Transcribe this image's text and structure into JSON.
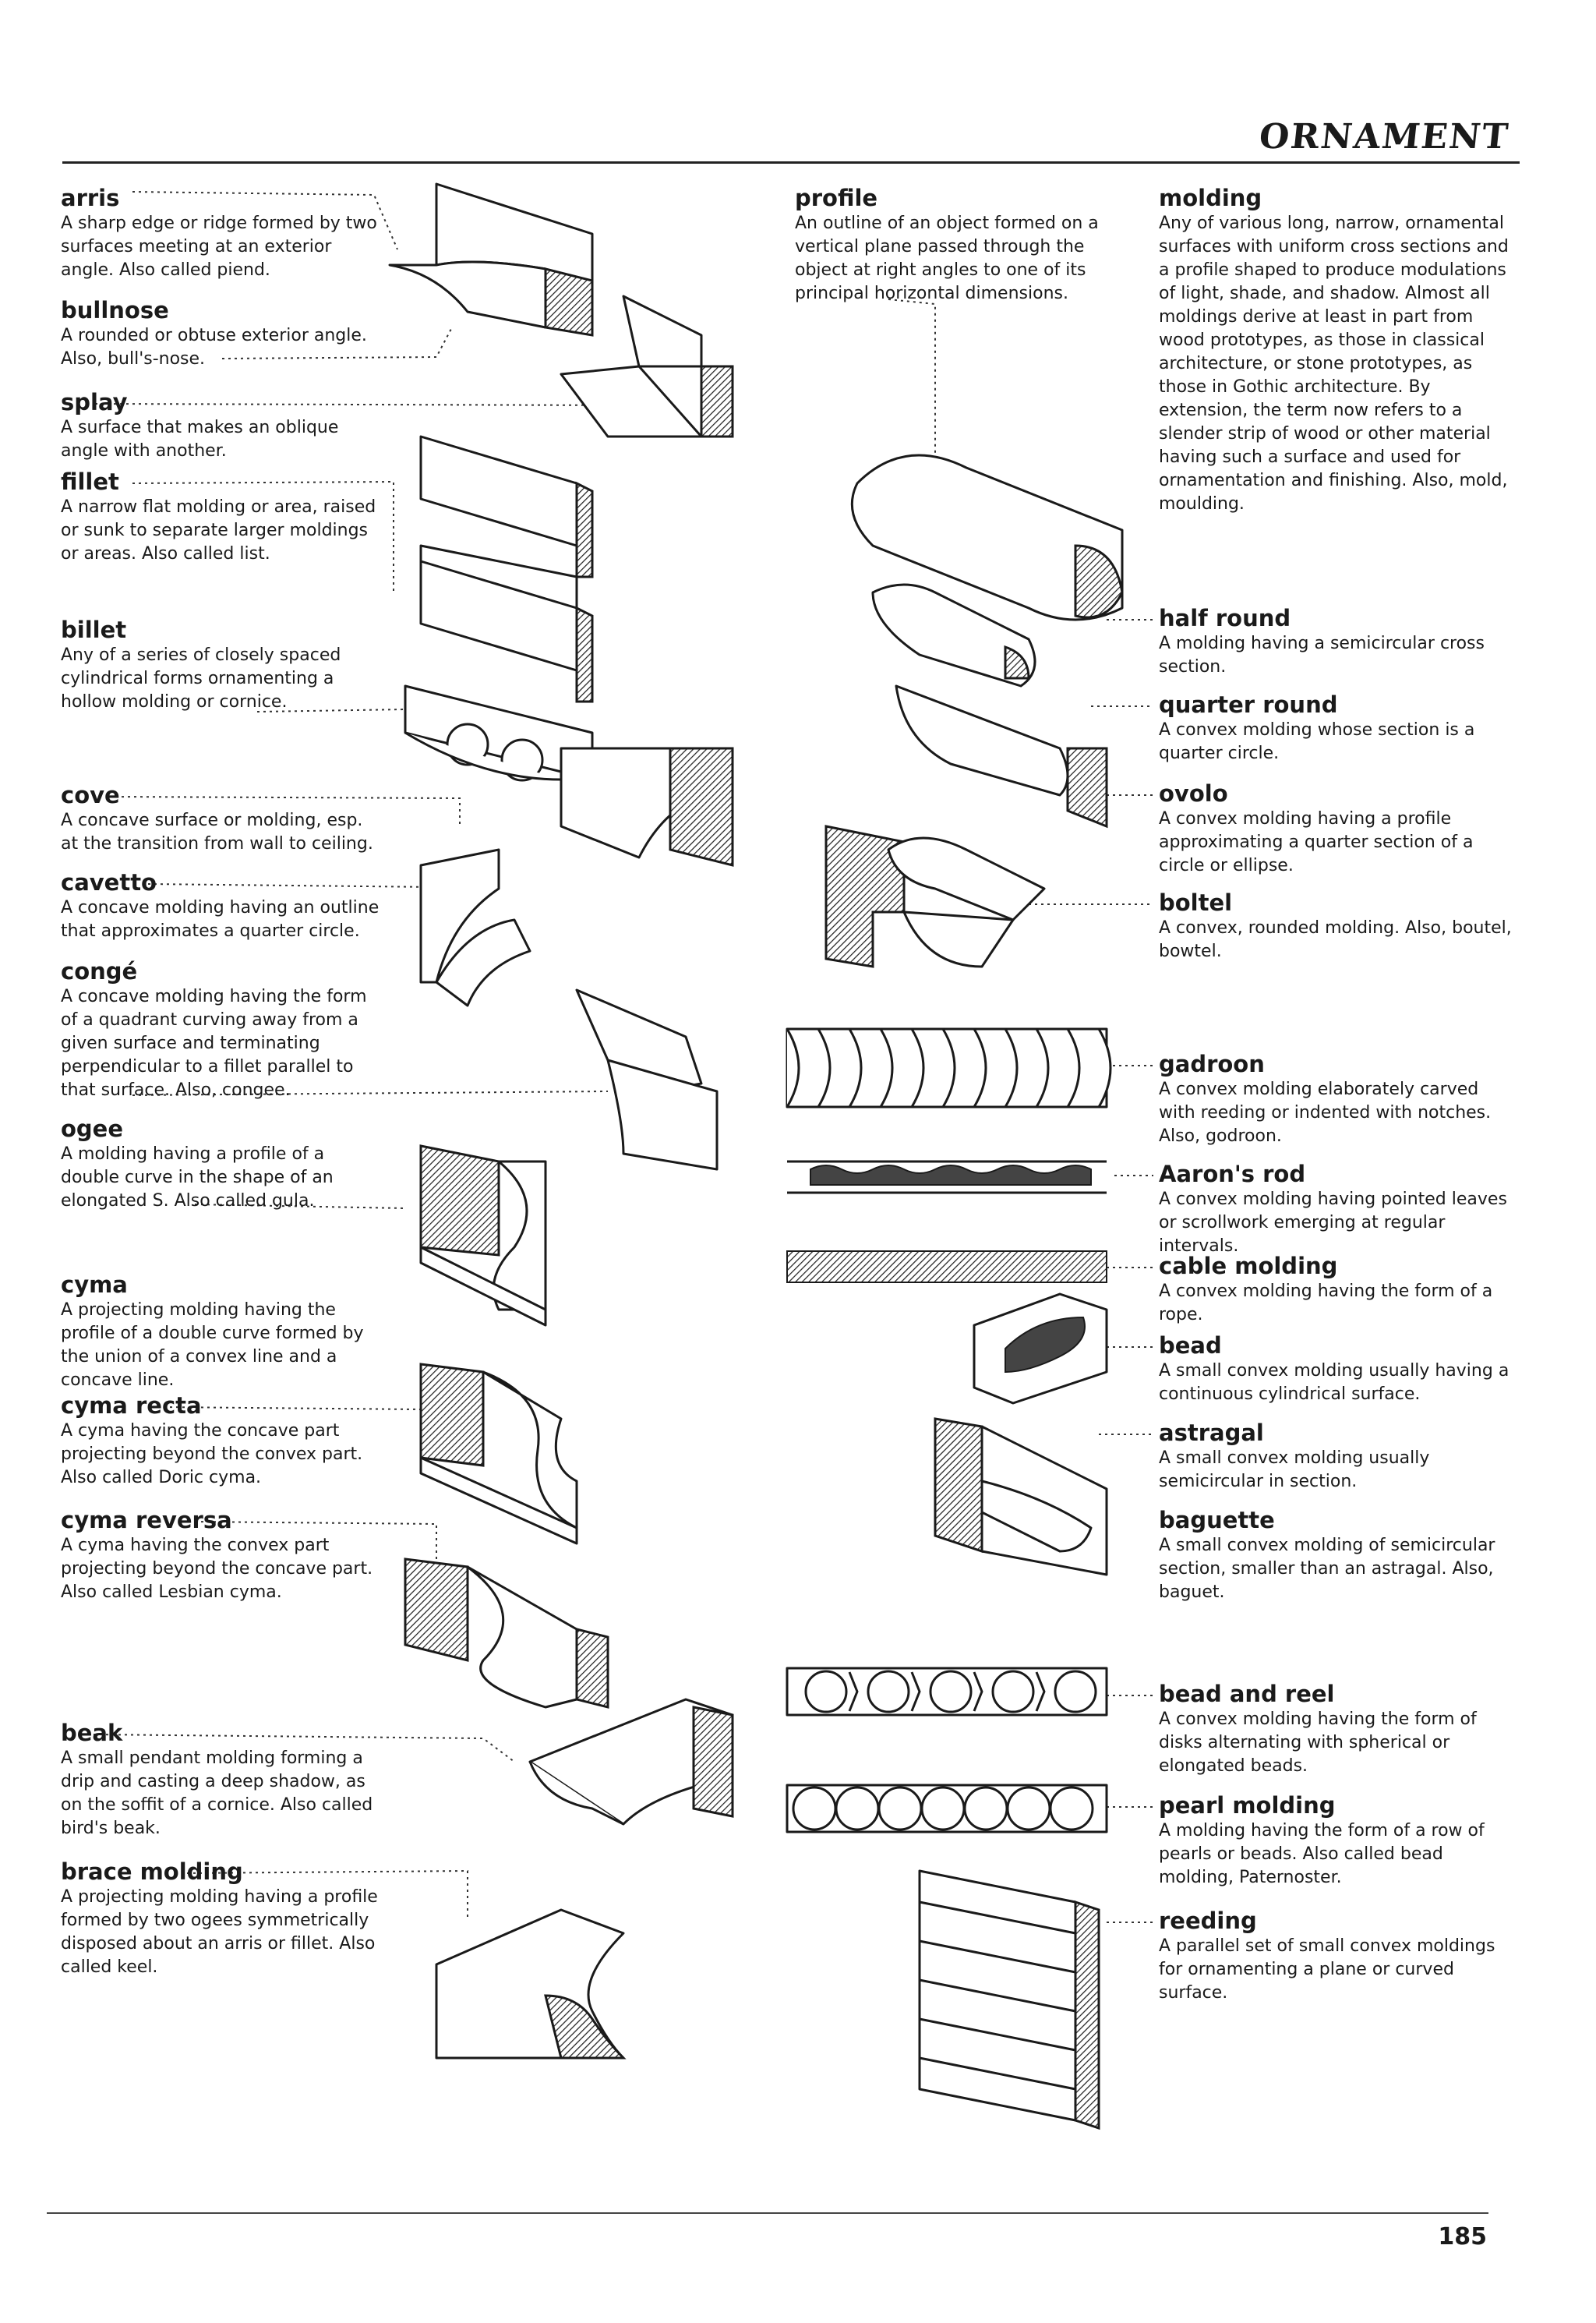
{
  "header": {
    "title": "ORNAMENT"
  },
  "footer": {
    "page_number": "185"
  },
  "entries": {
    "arris": {
      "term": "arris",
      "definition": "A sharp edge or ridge formed by two surfaces meeting at an exterior angle. Also called piend."
    },
    "bullnose": {
      "term": "bullnose",
      "definition": "A rounded or obtuse exterior angle. Also, bull's-nose."
    },
    "splay": {
      "term": "splay",
      "definition": "A surface that makes an oblique angle with another."
    },
    "fillet": {
      "term": "fillet",
      "definition": "A narrow flat molding or area, raised or sunk to separate larger moldings or areas. Also called list."
    },
    "billet": {
      "term": "billet",
      "definition": "Any of a series of closely spaced cylindrical forms ornamenting a hollow molding or cornice."
    },
    "cove": {
      "term": "cove",
      "definition": "A concave surface or molding, esp. at the transition from wall to ceiling."
    },
    "cavetto": {
      "term": "cavetto",
      "definition": "A concave molding having an outline that approximates a quarter circle."
    },
    "conge": {
      "term": "congé",
      "definition": "A concave molding having the form of a quadrant curving away from a given surface and terminating perpendicular to a fillet parallel to that surface. Also, congee."
    },
    "ogee": {
      "term": "ogee",
      "definition": "A molding having a profile of a double curve in the shape of an elongated S. Also called gula."
    },
    "cyma": {
      "term": "cyma",
      "definition": "A projecting molding having the profile of a double curve formed by the union of a convex line and a concave line."
    },
    "cyma_recta": {
      "term": "cyma recta",
      "definition": "A cyma having the concave part projecting beyond the convex part. Also called Doric cyma."
    },
    "cyma_reversa": {
      "term": "cyma reversa",
      "definition": "A cyma having the convex part projecting beyond the concave part. Also called Lesbian cyma."
    },
    "beak": {
      "term": "beak",
      "definition": "A small pendant molding forming a drip and casting a deep shadow, as on the soffit of a cornice. Also called bird's beak."
    },
    "brace_molding": {
      "term": "brace molding",
      "definition": "A projecting molding having a profile formed by two ogees symmetrically disposed about an arris or fillet. Also called keel."
    },
    "profile": {
      "term": "profile",
      "definition": "An outline of an object formed on a vertical plane passed through the object at right angles to one of its principal horizontal dimensions."
    },
    "molding": {
      "term": "molding",
      "definition": "Any of various long, narrow, ornamental surfaces with uniform cross sections and a profile shaped to produce modulations of light, shade, and shadow. Almost all moldings derive at least in part from wood prototypes, as those in classical architecture, or stone prototypes, as those in Gothic architecture. By extension, the term now refers to a slender strip of wood or other material having such a surface and used for ornamentation and finishing. Also, mold, moulding."
    },
    "half_round": {
      "term": "half round",
      "definition": "A molding having a semicircular cross section."
    },
    "quarter_round": {
      "term": "quarter round",
      "definition": "A convex molding whose section is a quarter circle."
    },
    "ovolo": {
      "term": "ovolo",
      "definition": "A convex molding having a profile approximating a quarter section of a circle or ellipse."
    },
    "boltel": {
      "term": "boltel",
      "definition": "A convex, rounded molding. Also, boutel, bowtel."
    },
    "gadroon": {
      "term": "gadroon",
      "definition": "A convex molding elaborately carved with reeding or indented with notches. Also, godroon."
    },
    "aarons_rod": {
      "term": "Aaron's rod",
      "definition": "A convex molding having pointed leaves or scrollwork emerging at regular intervals."
    },
    "cable_molding": {
      "term": "cable molding",
      "definition": "A convex molding having the form of a rope."
    },
    "bead": {
      "term": "bead",
      "definition": "A small convex molding usually having a continuous cylindrical surface."
    },
    "astragal": {
      "term": "astragal",
      "definition": "A small convex molding usually semicircular in section."
    },
    "baguette": {
      "term": "baguette",
      "definition": "A small convex molding of semicircular section, smaller than an astragal. Also, baguet."
    },
    "bead_and_reel": {
      "term": "bead and reel",
      "definition": "A convex molding having the form of disks alternating with spherical or elongated beads."
    },
    "pearl_molding": {
      "term": "pearl molding",
      "definition": "A molding having the form of a row of pearls or beads. Also called bead molding, Paternoster."
    },
    "reeding": {
      "term": "reeding",
      "definition": "A parallel set of small convex moldings for ornamenting a plane or curved surface."
    }
  }
}
